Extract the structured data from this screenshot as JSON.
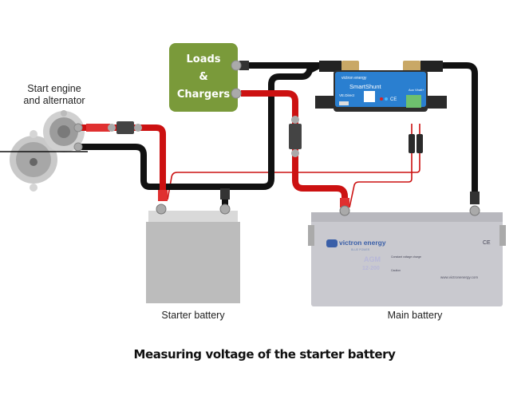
{
  "title": "Measuring voltage of the starter battery",
  "components": {
    "engine": {
      "label_line1": "Start engine",
      "label_line2": "and alternator"
    },
    "loads": {
      "line1": "Loads",
      "line2": "&",
      "line3": "Chargers"
    },
    "starter_battery": {
      "label": "Starter battery"
    },
    "main_battery": {
      "label": "Main battery",
      "brand": "victron energy",
      "subbrand": "BLUE POWER",
      "type": "AGM",
      "model": "12-200",
      "section1": "Constant voltage charge",
      "section2": "Caution",
      "website": "www.victronenergy.com",
      "cert": "CE"
    },
    "smartshunt": {
      "brand": "victron energy",
      "name": "SmartShunt",
      "sub": "VE.Direct",
      "cert": "CE",
      "terminals": [
        "Aux",
        "Vbatt+"
      ]
    }
  },
  "colors": {
    "positive_cable": "#cc1111",
    "negative_cable": "#111111",
    "loads_box": "#7a9a3a",
    "shunt_blue": "#2a7fd0",
    "battery_gray": "#c8c8c8"
  }
}
